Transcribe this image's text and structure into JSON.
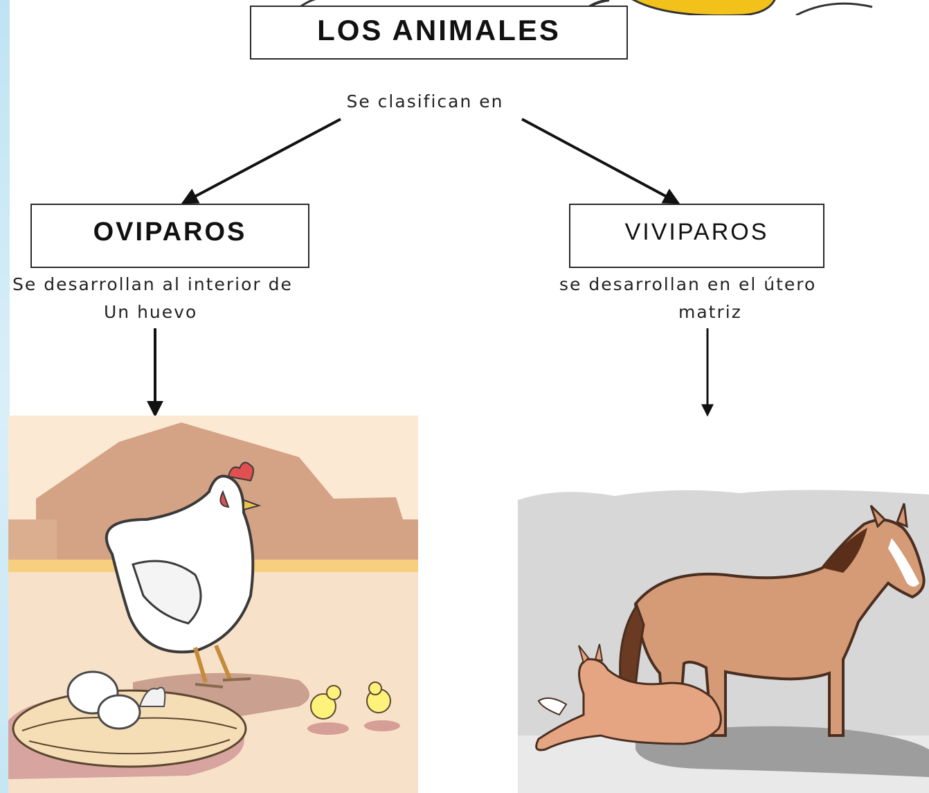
{
  "diagram": {
    "title": "LOS ANIMALES",
    "connector": "Se clasifican en",
    "categories": [
      {
        "name": "OVIPAROS",
        "description_line1": "Se desarrollan al interior de",
        "description_line2": "Un huevo",
        "illustration": "hen-with-chicks-and-eggs"
      },
      {
        "name": "VIVIPAROS",
        "description_line1": "se desarrollan en el útero",
        "description_line2": "matriz",
        "illustration": "mare-with-foal"
      }
    ]
  },
  "colors": {
    "box_border": "#2a2a2a",
    "text": "#111111",
    "left_strip": "#bfe3f3"
  }
}
